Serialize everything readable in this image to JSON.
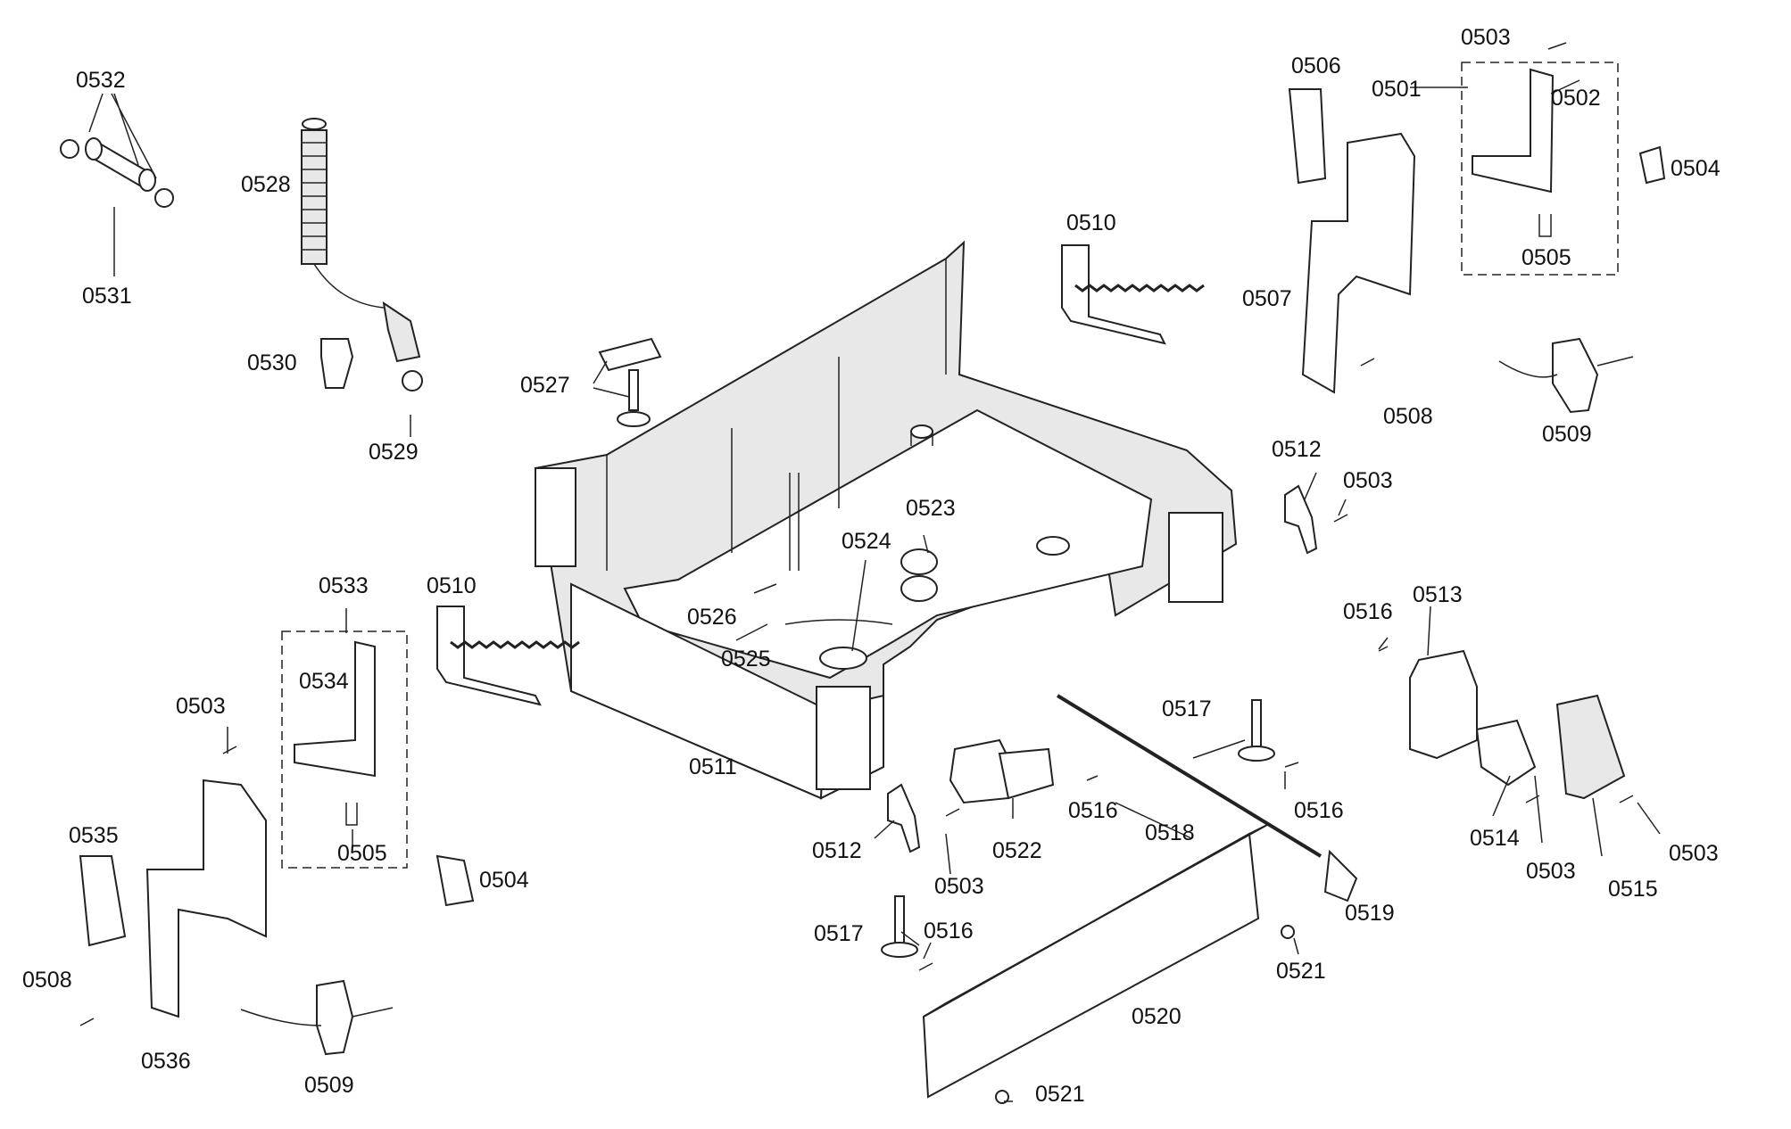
{
  "labels": {
    "p0501": "0501",
    "p0502": "0502",
    "p0503a": "0503",
    "p0503b": "0503",
    "p0503c": "0503",
    "p0503d": "0503",
    "p0503e": "0503",
    "p0503f": "0503",
    "p0504a": "0504",
    "p0504b": "0504",
    "p0505a": "0505",
    "p0505b": "0505",
    "p0506": "0506",
    "p0507": "0507",
    "p0508a": "0508",
    "p0508b": "0508",
    "p0509a": "0509",
    "p0509b": "0509",
    "p0510a": "0510",
    "p0510b": "0510",
    "p0511": "0511",
    "p0512a": "0512",
    "p0512b": "0512",
    "p0513": "0513",
    "p0514": "0514",
    "p0515": "0515",
    "p0516a": "0516",
    "p0516b": "0516",
    "p0516c": "0516",
    "p0516d": "0516",
    "p0517a": "0517",
    "p0517b": "0517",
    "p0518": "0518",
    "p0519": "0519",
    "p0520": "0520",
    "p0521a": "0521",
    "p0521b": "0521",
    "p0522": "0522",
    "p0523": "0523",
    "p0524": "0524",
    "p0525": "0525",
    "p0526": "0526",
    "p0527": "0527",
    "p0528": "0528",
    "p0529": "0529",
    "p0530": "0530",
    "p0531": "0531",
    "p0532": "0532",
    "p0533": "0533",
    "p0534": "0534",
    "p0535": "0535",
    "p0536": "0536"
  }
}
